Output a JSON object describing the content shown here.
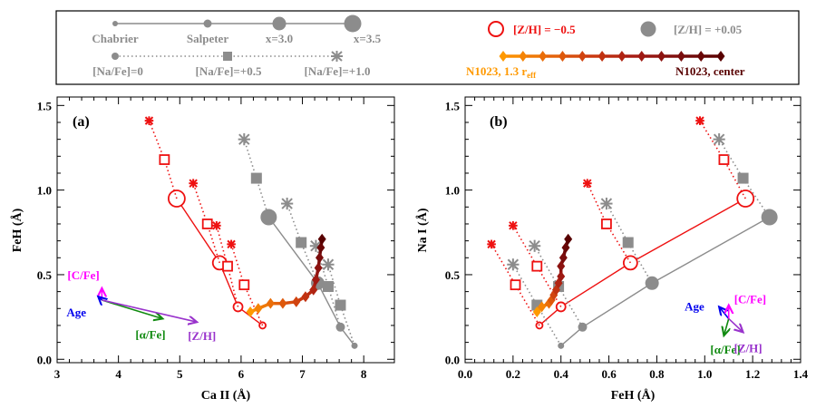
{
  "legend": {
    "imf_labels": [
      "Chabrier",
      "Salpeter",
      "x=3.0",
      "x=3.5"
    ],
    "nafe_labels": [
      "[Na/Fe]=0",
      "[Na/Fe]=+0.5",
      "[Na/Fe]=+1.0"
    ],
    "zh_low": "[Z/H] = −0.5",
    "zh_high": "[Z/H] = +0.05",
    "n1023_outer": "N1023, 1.3 r",
    "n1023_outer_sub": "eff",
    "n1023_center": "N1023, center"
  },
  "colors": {
    "grey": "#8c8c8c",
    "red": "#ee1111",
    "gradient": [
      "#ff9900",
      "#e86a0a",
      "#cc3a10",
      "#a51c14",
      "#7d0e0e",
      "#580000"
    ],
    "vec_cfe": "#ff00ff",
    "vec_age": "#0000ee",
    "vec_afe": "#108a10",
    "vec_zh": "#9933cc"
  },
  "chart_data": [
    {
      "type": "line",
      "panel_label": "(a)",
      "xlabel": "Ca II   (Å)",
      "ylabel": "FeH   (Å)",
      "xlim": [
        3,
        8.5
      ],
      "ylim": [
        -0.02,
        1.55
      ],
      "xticks": [
        3,
        4,
        5,
        6,
        7,
        8
      ],
      "yticks": [
        0.0,
        0.5,
        1.0,
        1.5
      ],
      "series": [
        {
          "name": "[Z/H] = −0.5",
          "style": "imf",
          "x": [
            6.35,
            5.95,
            5.65,
            4.95
          ],
          "y": [
            0.2,
            0.31,
            0.57,
            0.95
          ]
        },
        {
          "name": "[Z/H] = +0.05",
          "style": "imf",
          "x": [
            7.85,
            7.62,
            7.25,
            6.45
          ],
          "y": [
            0.08,
            0.19,
            0.45,
            0.84
          ]
        },
        {
          "style": "nafe_low",
          "x": [
            4.95,
            4.75,
            4.5
          ],
          "y": [
            0.95,
            1.18,
            1.41
          ]
        },
        {
          "style": "nafe_low",
          "x": [
            5.65,
            5.45,
            5.22
          ],
          "y": [
            0.57,
            0.8,
            1.04
          ]
        },
        {
          "style": "nafe_low",
          "x": [
            5.95,
            5.78,
            5.6
          ],
          "y": [
            0.31,
            0.55,
            0.79
          ]
        },
        {
          "style": "nafe_low",
          "x": [
            6.35,
            6.05,
            5.84
          ],
          "y": [
            0.2,
            0.44,
            0.68
          ]
        },
        {
          "style": "nafe_high",
          "x": [
            6.45,
            6.25,
            6.05
          ],
          "y": [
            0.84,
            1.07,
            1.3
          ]
        },
        {
          "style": "nafe_high",
          "x": [
            7.25,
            6.98,
            6.75
          ],
          "y": [
            0.45,
            0.69,
            0.92
          ]
        },
        {
          "style": "nafe_high",
          "x": [
            7.62,
            7.42,
            7.22
          ],
          "y": [
            0.19,
            0.43,
            0.67
          ]
        },
        {
          "style": "nafe_high",
          "x": [
            7.85,
            7.62,
            7.42
          ],
          "y": [
            0.08,
            0.32,
            0.56
          ]
        },
        {
          "style": "n1023",
          "x": [
            6.15,
            6.28,
            6.48,
            6.68,
            6.9,
            7.05,
            7.18,
            7.22,
            7.26,
            7.28,
            7.3,
            7.32
          ],
          "y": [
            0.28,
            0.3,
            0.33,
            0.33,
            0.34,
            0.37,
            0.41,
            0.47,
            0.54,
            0.6,
            0.66,
            0.71
          ]
        }
      ],
      "vectors": [
        {
          "label": "[C/Fe]",
          "color": "vec_cfe",
          "from": [
            3.73,
            0.35
          ],
          "to": [
            3.73,
            0.42
          ]
        },
        {
          "label": "Age",
          "color": "vec_age",
          "from": [
            3.73,
            0.35
          ],
          "to": [
            3.67,
            0.37
          ]
        },
        {
          "label": "[α/Fe]",
          "color": "vec_afe",
          "from": [
            3.73,
            0.35
          ],
          "to": [
            4.72,
            0.24
          ]
        },
        {
          "label": "[Z/H]",
          "color": "vec_zh",
          "from": [
            3.73,
            0.35
          ],
          "to": [
            5.28,
            0.22
          ]
        }
      ]
    },
    {
      "type": "line",
      "panel_label": "(b)",
      "xlabel": "FeH   (Å)",
      "ylabel": "Na I   (Å)",
      "xlim": [
        0.0,
        1.4
      ],
      "ylim": [
        -0.02,
        1.55
      ],
      "xticks": [
        0.0,
        0.2,
        0.4,
        0.6,
        0.8,
        1.0,
        1.2,
        1.4
      ],
      "yticks": [
        0.0,
        0.5,
        1.0,
        1.5
      ],
      "series": [
        {
          "name": "[Z/H] = −0.5",
          "style": "imf",
          "x": [
            0.31,
            0.4,
            0.69,
            1.17
          ],
          "y": [
            0.2,
            0.31,
            0.57,
            0.95
          ]
        },
        {
          "name": "[Z/H] = +0.05",
          "style": "imf",
          "x": [
            0.4,
            0.49,
            0.78,
            1.27
          ],
          "y": [
            0.08,
            0.19,
            0.45,
            0.84
          ]
        },
        {
          "style": "nafe_low",
          "x": [
            1.17,
            1.08,
            0.98
          ],
          "y": [
            0.95,
            1.18,
            1.41
          ]
        },
        {
          "style": "nafe_low",
          "x": [
            0.69,
            0.59,
            0.51
          ],
          "y": [
            0.57,
            0.8,
            1.04
          ]
        },
        {
          "style": "nafe_low",
          "x": [
            0.4,
            0.3,
            0.2
          ],
          "y": [
            0.31,
            0.55,
            0.79
          ]
        },
        {
          "style": "nafe_low",
          "x": [
            0.31,
            0.21,
            0.11
          ],
          "y": [
            0.2,
            0.44,
            0.68
          ]
        },
        {
          "style": "nafe_high",
          "x": [
            1.27,
            1.16,
            1.06
          ],
          "y": [
            0.84,
            1.07,
            1.3
          ]
        },
        {
          "style": "nafe_high",
          "x": [
            0.78,
            0.68,
            0.59
          ],
          "y": [
            0.45,
            0.69,
            0.92
          ]
        },
        {
          "style": "nafe_high",
          "x": [
            0.49,
            0.39,
            0.29
          ],
          "y": [
            0.19,
            0.43,
            0.67
          ]
        },
        {
          "style": "nafe_high",
          "x": [
            0.4,
            0.3,
            0.2
          ],
          "y": [
            0.08,
            0.32,
            0.56
          ]
        },
        {
          "style": "n1023",
          "x": [
            0.3,
            0.32,
            0.35,
            0.36,
            0.37,
            0.38,
            0.39,
            0.4,
            0.4,
            0.41,
            0.42,
            0.43
          ],
          "y": [
            0.28,
            0.31,
            0.33,
            0.35,
            0.38,
            0.41,
            0.45,
            0.49,
            0.55,
            0.6,
            0.66,
            0.71
          ]
        }
      ],
      "vectors": [
        {
          "label": "Age",
          "color": "vec_age",
          "from": [
            1.1,
            0.24
          ],
          "to": [
            1.06,
            0.31
          ]
        },
        {
          "label": "[C/Fe]",
          "color": "vec_cfe",
          "from": [
            1.1,
            0.24
          ],
          "to": [
            1.1,
            0.32
          ]
        },
        {
          "label": "[α/Fe]",
          "color": "vec_afe",
          "from": [
            1.1,
            0.24
          ],
          "to": [
            1.08,
            0.14
          ]
        },
        {
          "label": "[Z/H]",
          "color": "vec_zh",
          "from": [
            1.1,
            0.24
          ],
          "to": [
            1.16,
            0.16
          ]
        }
      ]
    }
  ]
}
